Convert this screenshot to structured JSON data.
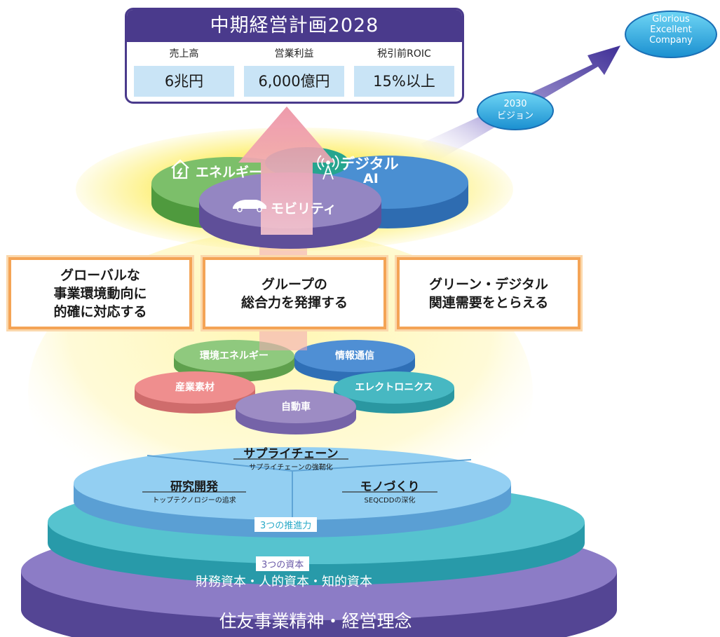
{
  "plan": {
    "title": "中期経営計画2028",
    "kpis": [
      {
        "label": "売上高",
        "value": "6兆円"
      },
      {
        "label": "営業利益",
        "value": "6,000億円"
      },
      {
        "label": "税引前ROIC",
        "value": "15%以上"
      }
    ]
  },
  "vision": {
    "goal_lines": [
      "Glorious",
      "Excellent",
      "Company"
    ],
    "badge_lines": [
      "2030",
      "ビジョン"
    ]
  },
  "growth_segments": [
    {
      "label": "エネルギー",
      "icon": "house-icon",
      "color": "#7cbf6a"
    },
    {
      "label": "デジタル",
      "label2": "AI",
      "icon": "antenna-icon",
      "color": "#4a8fd2"
    },
    {
      "label": "モビリティ",
      "icon": "car-icon",
      "color": "#8a7cb8"
    }
  ],
  "policies": [
    "グローバルな\n事業環境動向に\n的確に対応する",
    "グループの\n総合力を発揮する",
    "グリーン・デジタル\n関連需要をとらえる"
  ],
  "businesses": [
    {
      "label": "環境エネルギー",
      "color": "#8fc97e"
    },
    {
      "label": "情報通信",
      "color": "#4f8fd4"
    },
    {
      "label": "産業素材",
      "color": "#ef8e8e"
    },
    {
      "label": "エレクトロニクス",
      "color": "#47b8c2"
    },
    {
      "label": "自動車",
      "color": "#9d8cc4"
    }
  ],
  "drivers": {
    "items": [
      {
        "title": "サプライチェーン",
        "sub": "サプライチェーンの強靭化"
      },
      {
        "title": "研究開発",
        "sub": "トップテクノロジーの追求"
      },
      {
        "title": "モノづくり",
        "sub": "SEQCDDの深化"
      }
    ],
    "tag": "3つの推進力"
  },
  "capitals": {
    "tag": "3つの資本",
    "text": "財務資本・人的資本・知的資本"
  },
  "foundation": "住友事業精神・経営理念",
  "colors": {
    "plan_purple": "#4a3a8c",
    "kpi_blue": "#c9e4f6",
    "arrow_pink": "#ec8fa0",
    "policy_orange": "#f4a456",
    "glow_yellow": "#fdf07a",
    "driver_blue": "#8ecaee",
    "teal": "#4dbfcc",
    "base_purple": "#6a5aa8"
  }
}
